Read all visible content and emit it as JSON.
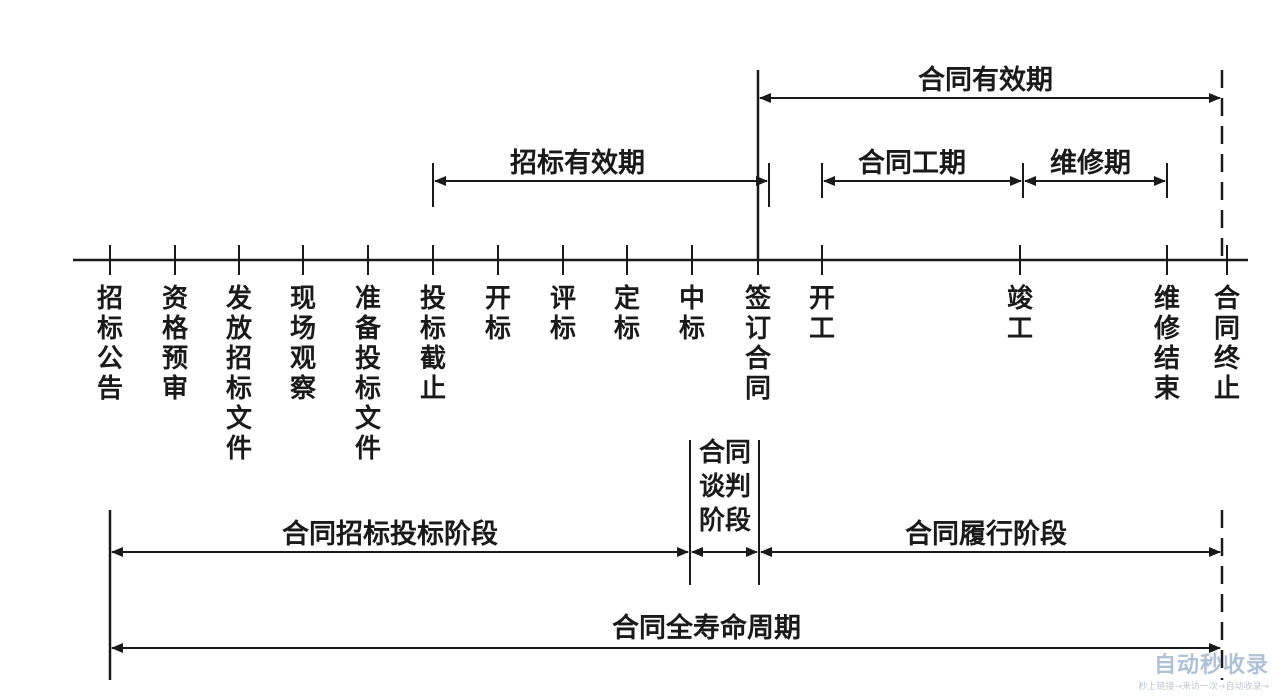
{
  "milestones": [
    "招标公告",
    "资格预审",
    "发放招标文件",
    "现场观察",
    "准备投标文件",
    "投标截止",
    "开标",
    "评标",
    "定标",
    "中标",
    "签订合同",
    "开工",
    "竣工",
    "维修结束",
    "合同终止"
  ],
  "periods": {
    "contract_valid": "合同有效期",
    "bid_valid": "招标有效期",
    "construction": "合同工期",
    "maintenance": "维修期"
  },
  "phases": {
    "bidding": "合同招标投标阶段",
    "negotiation_lines": [
      "合同",
      "谈判",
      "阶段"
    ],
    "performance": "合同履行阶段",
    "lifecycle": "合同全寿命周期"
  },
  "watermark": {
    "brand": "自动秒收录",
    "slogan": "秒上链接→来访一次→自动收录→"
  }
}
